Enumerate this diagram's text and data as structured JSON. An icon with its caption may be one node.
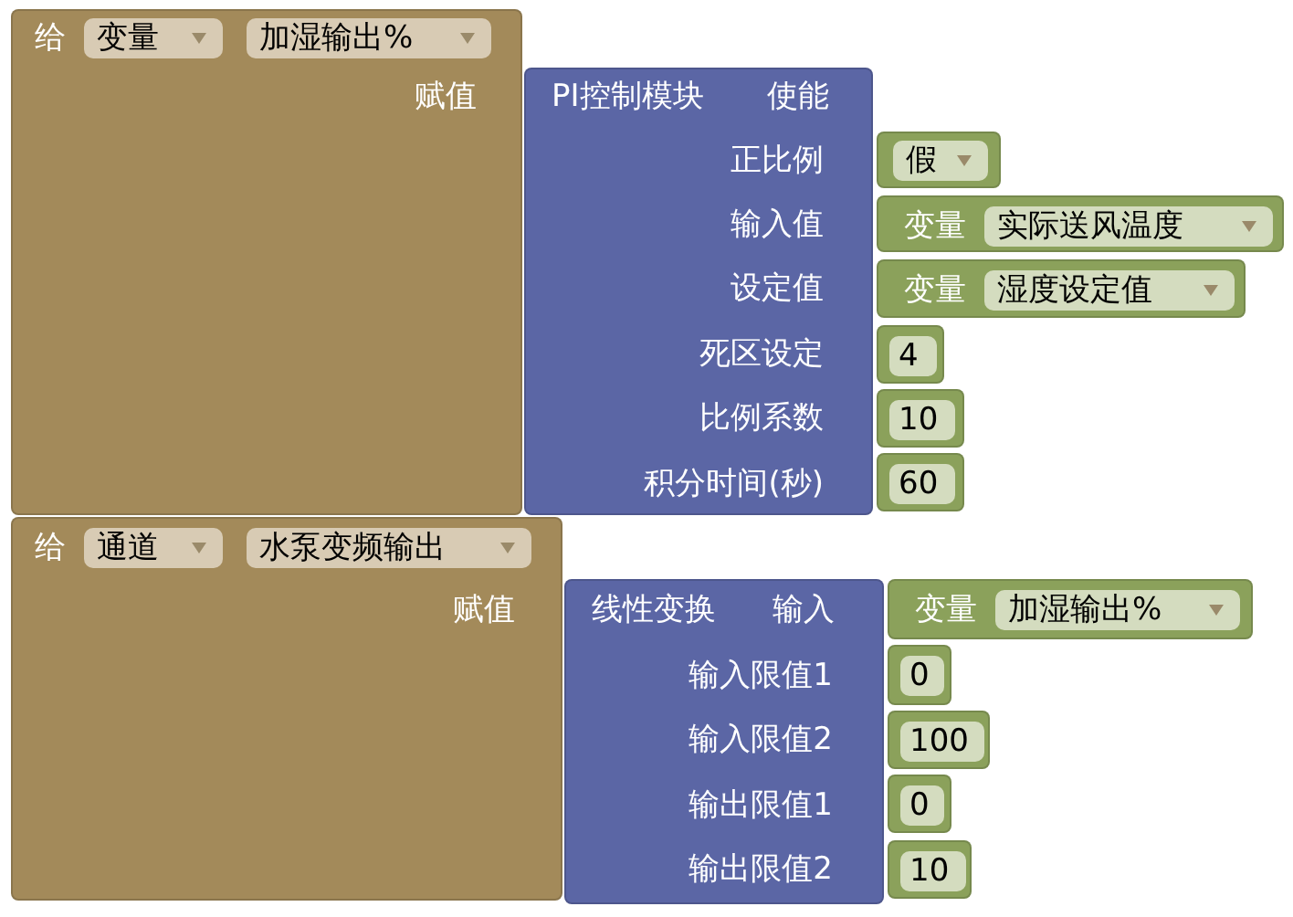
{
  "diagram": {
    "nodes": [
      {
        "text": [
          "给",
          "变量",
          "加湿输出%",
          "赋值"
        ]
      },
      {
        "text": [
          "PI控制模块",
          "使能",
          "正比例",
          "输入值",
          "设定值",
          "死区设定",
          "比例系数",
          "积分时间(秒)"
        ]
      },
      {
        "text": [
          "假"
        ]
      },
      {
        "text": [
          "变量",
          "实际送风温度"
        ]
      },
      {
        "text": [
          "变量",
          "湿度设定值"
        ]
      },
      {
        "text": [
          "4"
        ]
      },
      {
        "text": [
          "10"
        ]
      },
      {
        "text": [
          "60"
        ]
      },
      {
        "text": [
          "给",
          "通道",
          "水泵变频输出",
          "赋值"
        ]
      },
      {
        "text": [
          "线性变换",
          "输入",
          "输入限值1",
          "输入限值2",
          "输出限值1",
          "输出限值2"
        ]
      },
      {
        "text": [
          "变量",
          "加湿输出%"
        ]
      },
      {
        "text": [
          "0"
        ]
      },
      {
        "text": [
          "100"
        ]
      },
      {
        "text": [
          "0"
        ]
      },
      {
        "text": [
          "10"
        ]
      }
    ]
  }
}
